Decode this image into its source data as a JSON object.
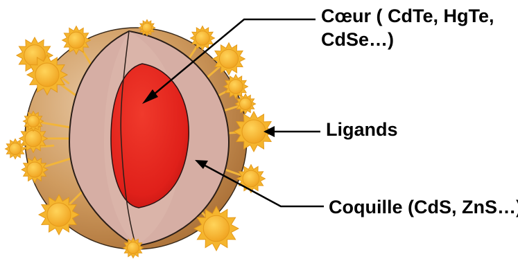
{
  "labels": {
    "core_line1": "Cœur ( CdTe, HgTe,",
    "core_line2": "CdSe…)",
    "ligands": "Ligands",
    "shell": "Coquille (CdS, ZnS…)"
  },
  "colors": {
    "core": "#e8251e",
    "shell": "#d6aea4",
    "outer_sphere": "#c9904f",
    "ligand": "#f5b52e",
    "ligand_stroke": "#e49a1b",
    "arrow": "#000000"
  },
  "icons": {
    "ligand": "sun-ligand-icon"
  }
}
